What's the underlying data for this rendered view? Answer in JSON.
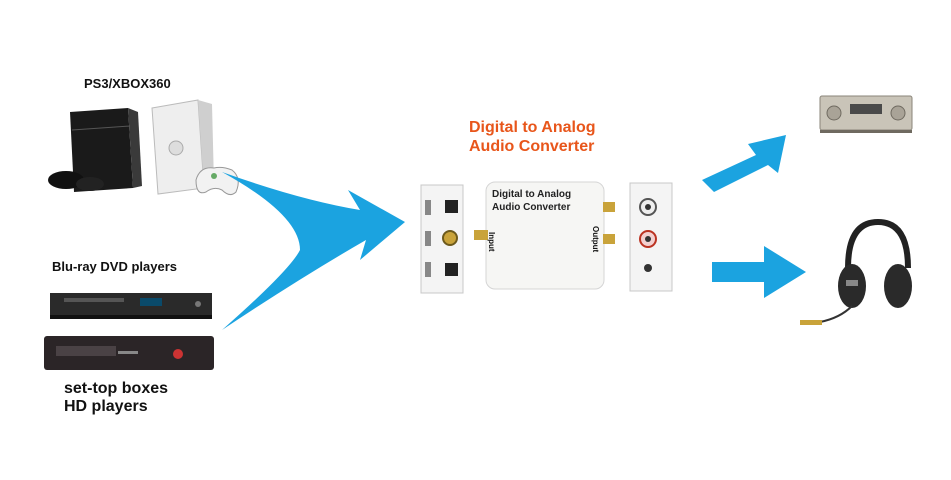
{
  "labels": {
    "consoles": "PS3/XBOX360",
    "bluray": "Blu-ray DVD players",
    "stb_line1": "set-top boxes",
    "stb_line2": "HD players"
  },
  "title": {
    "line1": "Digital to Analog",
    "line2": "Audio Converter"
  },
  "converter": {
    "face_line1": "Digital to Analog",
    "face_line2": "Audio Converter",
    "input_label": "Input",
    "output_label": "Output"
  },
  "colors": {
    "arrow": "#1ba3e0",
    "title": "#e8561b"
  },
  "icons": [
    "ps3-console-icon",
    "xbox360-console-icon",
    "gamepad-icon",
    "bluray-player-icon",
    "settop-box-icon",
    "av-receiver-icon",
    "headphones-icon"
  ]
}
